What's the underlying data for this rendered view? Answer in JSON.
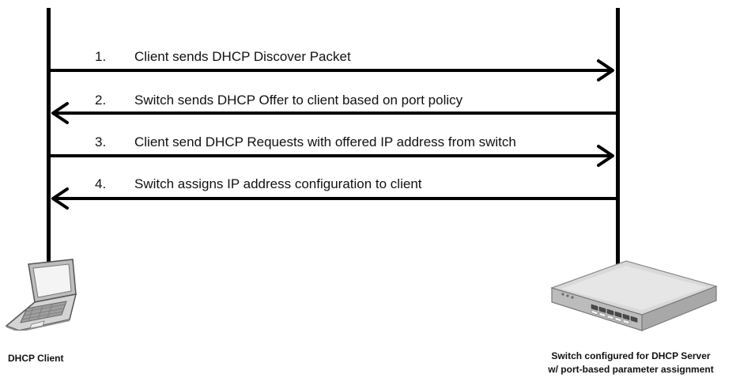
{
  "messages": [
    {
      "number": "1.",
      "text": "Client sends DHCP Discover Packet",
      "direction": "client-to-server"
    },
    {
      "number": "2.",
      "text": "Switch sends DHCP Offer to client based on port policy",
      "direction": "server-to-client"
    },
    {
      "number": "3.",
      "text": "Client send DHCP Requests with offered IP address from switch",
      "direction": "client-to-server"
    },
    {
      "number": "4.",
      "text": "Switch assigns IP address configuration to client",
      "direction": "server-to-client"
    }
  ],
  "client": {
    "label": "DHCP Client",
    "icon": "laptop-icon"
  },
  "server": {
    "label_line1": "Switch configured for DHCP Server",
    "label_line2": "w/ port-based parameter assignment",
    "icon": "network-switch-icon"
  },
  "colors": {
    "line": "#000000",
    "text": "#111111",
    "device_body": "#c8c8c8"
  }
}
